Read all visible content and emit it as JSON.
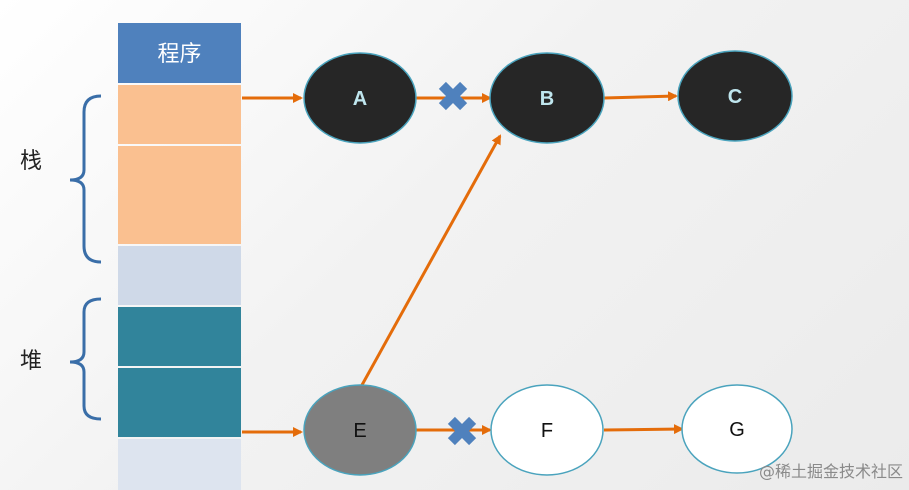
{
  "memory_column": {
    "header": "程序",
    "stack_label": "栈",
    "heap_label": "堆"
  },
  "nodes": {
    "A": "A",
    "B": "B",
    "C": "C",
    "E": "E",
    "F": "F",
    "G": "G"
  },
  "watermark": "@稀土掘金技术社区",
  "colors": {
    "header": "#4f81bd",
    "stack_cell": "#fac090",
    "gap_cell": "#cfd9e8",
    "heap_cell": "#31849b",
    "bottom_cell": "#dde4ef",
    "bracket": "#3a6ea8",
    "arrow": "#e46c0a",
    "cross": "#4f81bd",
    "dark_node": "#262626",
    "dark_node_text": "#bfe6ee",
    "grey_node": "#7f7f7f",
    "light_node": "#ffffff",
    "node_border": "#4aa3bd"
  }
}
